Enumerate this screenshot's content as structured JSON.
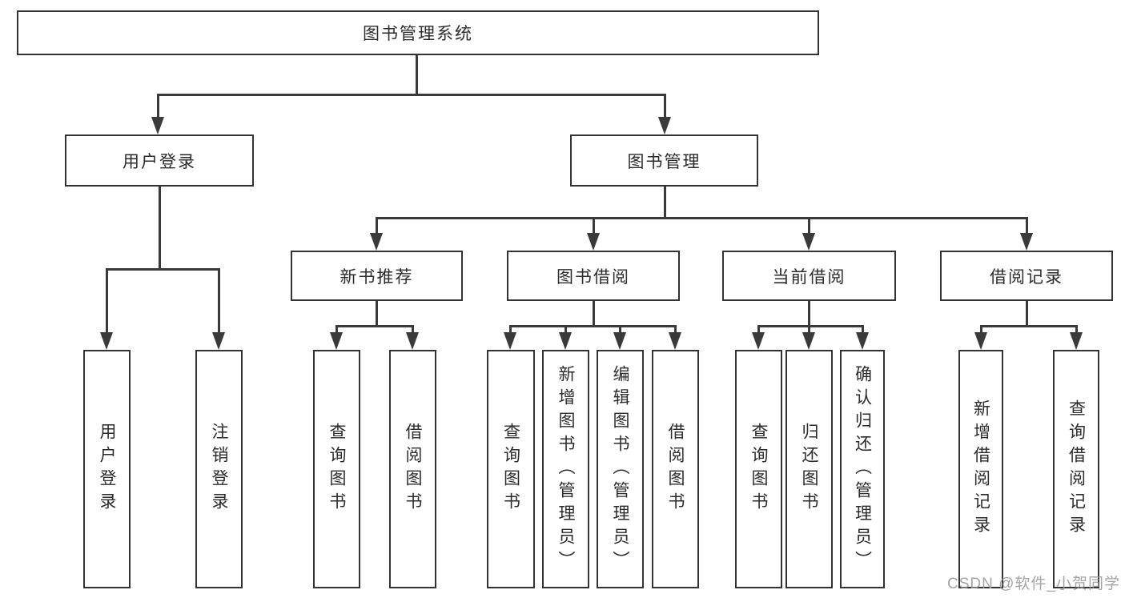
{
  "tree": {
    "root": {
      "label": "图书管理系统"
    },
    "branches": [
      {
        "label": "用户登录",
        "children": [
          {
            "label": "用户登录"
          },
          {
            "label": "注销登录"
          }
        ]
      },
      {
        "label": "图书管理",
        "children": [
          {
            "label": "新书推荐",
            "children": [
              {
                "label": "查询图书"
              },
              {
                "label": "借阅图书"
              }
            ]
          },
          {
            "label": "图书借阅",
            "children": [
              {
                "label": "查询图书"
              },
              {
                "label": "新增图书（管理员）"
              },
              {
                "label": "编辑图书（管理员）"
              },
              {
                "label": "借阅图书"
              }
            ]
          },
          {
            "label": "当前借阅",
            "children": [
              {
                "label": "查询图书"
              },
              {
                "label": "归还图书"
              },
              {
                "label": "确认归还（管理员）"
              }
            ]
          },
          {
            "label": "借阅记录",
            "children": [
              {
                "label": "新增借阅记录"
              },
              {
                "label": "查询借阅记录"
              }
            ]
          }
        ]
      }
    ]
  },
  "watermark": {
    "text": "CSDN @软件_小贺同学"
  },
  "colors": {
    "line": "#3a3a3a",
    "box_border": "#333333",
    "background": "#ffffff",
    "text": "#2b2b2b",
    "watermark": "#9b9b9b"
  }
}
